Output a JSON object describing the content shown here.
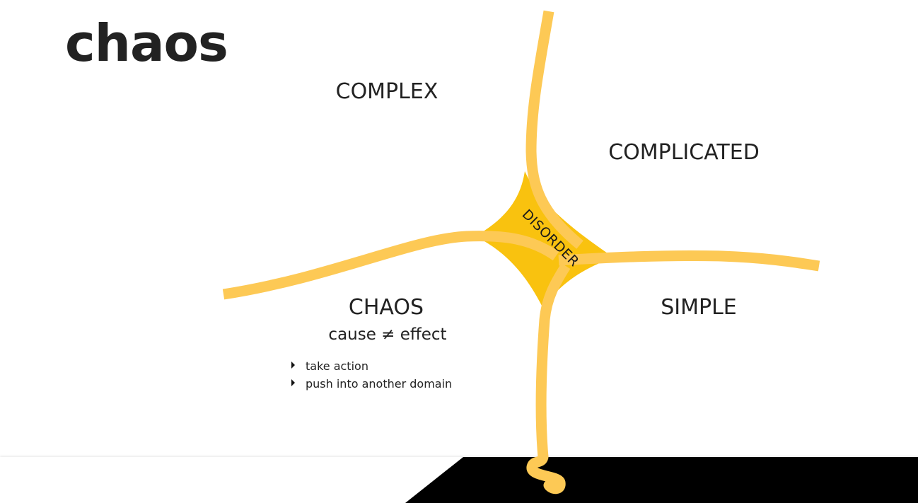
{
  "title": "chaos",
  "domains": {
    "complex": "COMPLEX",
    "complicated": "COMPLICATED",
    "chaos": "CHAOS",
    "simple": "SIMPLE",
    "disorder": "DISORDER"
  },
  "chaos_detail": {
    "subtitle": "cause ≠ effect",
    "bullets": [
      "take action",
      "push into another domain"
    ]
  },
  "colors": {
    "curve": "#fdc955",
    "disorder_fill": "#f9c20f",
    "text": "#222222",
    "band_dark": "#000000"
  },
  "icons": [
    "bullet-triangle-icon",
    "cliff-curl-icon"
  ]
}
